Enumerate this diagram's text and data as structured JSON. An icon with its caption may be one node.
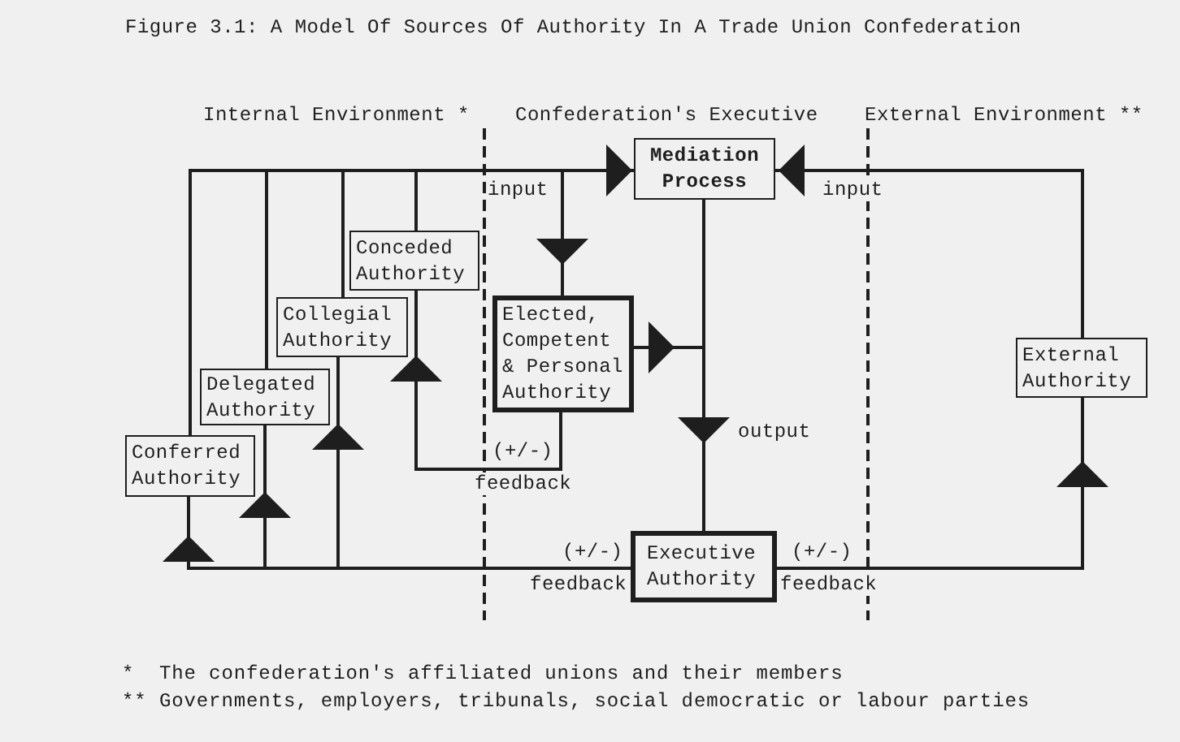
{
  "diagram": {
    "title": "Figure 3.1: A Model Of Sources Of Authority In A Trade Union Confederation",
    "nodes": [
      {
        "text": [
          "Mediation Process"
        ]
      },
      {
        "text": [
          "Conceded Authority"
        ]
      },
      {
        "text": [
          "Collegial Authority"
        ]
      },
      {
        "text": [
          "Elected, Competent & Personal Authority"
        ]
      },
      {
        "text": [
          "Delegated Authority"
        ]
      },
      {
        "text": [
          "External Authority"
        ]
      },
      {
        "text": [
          "Conferred Authority"
        ]
      },
      {
        "text": [
          "Executive Authority"
        ]
      }
    ],
    "edges": [
      {
        "from": 6,
        "to": 0,
        "arrow": "to"
      },
      {
        "from": 4,
        "to": 0,
        "arrow": "to"
      },
      {
        "from": 2,
        "to": 0,
        "arrow": "to"
      },
      {
        "from": 1,
        "to": 0,
        "arrow": "to"
      },
      {
        "from": 6,
        "to": 3,
        "arrow": "to"
      },
      {
        "from": 4,
        "to": 3,
        "arrow": "to"
      },
      {
        "from": 2,
        "to": 3,
        "arrow": "to"
      },
      {
        "from": 1,
        "to": 3,
        "arrow": "to"
      },
      {
        "from": 5,
        "to": 0,
        "arrow": "to"
      },
      {
        "from": 0,
        "to": 7,
        "arrow": "to"
      },
      {
        "from": 3,
        "to": 7,
        "arrow": "to"
      },
      {
        "from": 3,
        "to": 1,
        "arrow": "to"
      },
      {
        "from": 7,
        "to": 6,
        "arrow": "to"
      },
      {
        "from": 7,
        "to": 4,
        "arrow": "to"
      },
      {
        "from": 7,
        "to": 2,
        "arrow": "to"
      },
      {
        "from": 7,
        "to": 5,
        "arrow": "to"
      }
    ],
    "labels": [
      "Internal Environment *",
      "Confederation's Executive",
      "External Environment **",
      "input",
      "input",
      "output",
      "(+/-)",
      "feedback",
      "(+/-)",
      "(+/-)",
      "feedback",
      "feedback",
      "*  The confederation's affiliated unions and their members",
      "** Governments, employers, tribunals, social democratic or labour parties"
    ]
  }
}
